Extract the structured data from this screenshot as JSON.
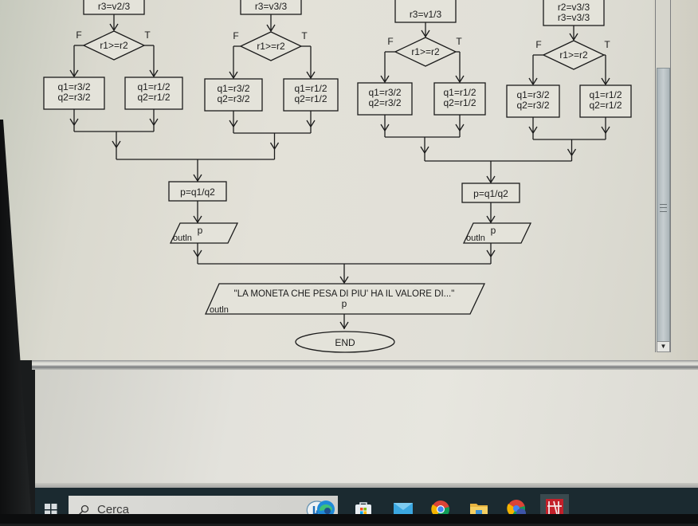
{
  "flowchart": {
    "branches": [
      {
        "assign_top": [
          "r3=v2/3"
        ],
        "decision": "r1>=r2",
        "false_label": "F",
        "true_label": "T",
        "false_box": [
          "q1=r3/2",
          "q2=r3/2"
        ],
        "true_box": [
          "q1=r1/2",
          "q2=r1/2"
        ]
      },
      {
        "assign_top": [
          "r3=v3/3"
        ],
        "decision": "r1>=r2",
        "false_label": "F",
        "true_label": "T",
        "false_box": [
          "q1=r3/2",
          "q2=r3/2"
        ],
        "true_box": [
          "q1=r1/2",
          "q2=r1/2"
        ]
      },
      {
        "assign_top": [
          "r3=v1/3"
        ],
        "decision": "r1>=r2",
        "false_label": "F",
        "true_label": "T",
        "false_box": [
          "q1=r3/2",
          "q2=r3/2"
        ],
        "true_box": [
          "q1=r1/2",
          "q2=r1/2"
        ]
      },
      {
        "assign_top": [
          "r2=v3/3",
          "r3=v3/3"
        ],
        "decision": "r1>=r2",
        "false_label": "F",
        "true_label": "T",
        "false_box": [
          "q1=r3/2",
          "q2=r3/2"
        ],
        "true_box": [
          "q1=r1/2",
          "q2=r1/2"
        ]
      }
    ],
    "left_calc": "p=q1/q2",
    "right_calc": "p=q1/q2",
    "left_output": {
      "keyword": "outln",
      "expr": "p"
    },
    "right_output": {
      "keyword": "outln",
      "expr": "p"
    },
    "final_output": {
      "keyword": "outln",
      "message": "\"LA MONETA CHE PESA DI PIU' HA IL VALORE DI...\"",
      "expr": "p"
    },
    "end_label": "END"
  },
  "scrollbar": {
    "down_arrow": "▼"
  },
  "taskbar": {
    "search_placeholder": "Cerca",
    "icons": [
      "windows-start-icon",
      "search-icon",
      "bing-chat-icon",
      "edge-icon",
      "store-icon",
      "mail-icon",
      "chrome-icon",
      "file-explorer-icon",
      "chrome-profile-icon",
      "flowgorithm-icon"
    ]
  }
}
